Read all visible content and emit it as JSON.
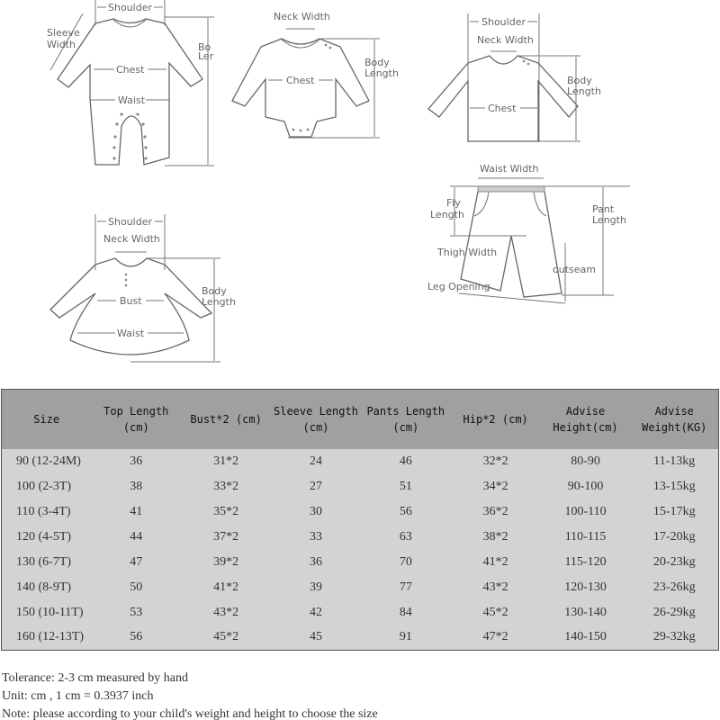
{
  "diagrams": {
    "romper": {
      "shoulder": "Shoulder",
      "sleeve_width_1": "Sleeve",
      "sleeve_width_2": "Width",
      "body_length_1": "Bo",
      "body_length_2": "Ler",
      "chest": "Chest",
      "waist": "Waist"
    },
    "bodysuit": {
      "neck_width": "Neck Width",
      "body_length_1": "Body",
      "body_length_2": "Length",
      "chest": "Chest"
    },
    "top": {
      "shoulder": "Shoulder",
      "neck_width": "Neck Width",
      "body_length_1": "Body",
      "body_length_2": "Length",
      "chest": "Chest"
    },
    "dress": {
      "shoulder": "Shoulder",
      "neck_width": "Neck Width",
      "body_length_1": "Body",
      "body_length_2": "Length",
      "bust": "Bust",
      "waist": "Waist"
    },
    "pants": {
      "waist_width": "Waist Width",
      "fly_length_1": "Fly",
      "fly_length_2": "Length",
      "pant_length_1": "Pant",
      "pant_length_2": "Length",
      "thigh_width": "Thigh Width",
      "outseam": "outseam",
      "leg_opening": "Leg Opening"
    }
  },
  "table": {
    "headers": [
      "Size",
      "Top Length\n(cm)",
      "Bust*2 (cm)",
      "Sleeve Length\n(cm)",
      "Pants Length\n(cm)",
      "Hip*2 (cm)",
      "Advise\nHeight(cm)",
      "Advise\nWeight(KG)"
    ],
    "rows": [
      [
        "90 (12-24M)",
        "36",
        "31*2",
        "24",
        "46",
        "32*2",
        "80-90",
        "11-13kg"
      ],
      [
        "100 (2-3T)",
        "38",
        "33*2",
        "27",
        "51",
        "34*2",
        "90-100",
        "13-15kg"
      ],
      [
        "110 (3-4T)",
        "41",
        "35*2",
        "30",
        "56",
        "36*2",
        "100-110",
        "15-17kg"
      ],
      [
        "120 (4-5T)",
        "44",
        "37*2",
        "33",
        "63",
        "38*2",
        "110-115",
        "17-20kg"
      ],
      [
        "130 (6-7T)",
        "47",
        "39*2",
        "36",
        "70",
        "41*2",
        "115-120",
        "20-23kg"
      ],
      [
        "140 (8-9T)",
        "50",
        "41*2",
        "39",
        "77",
        "43*2",
        "120-130",
        "23-26kg"
      ],
      [
        "150 (10-11T)",
        "53",
        "43*2",
        "42",
        "84",
        "45*2",
        "130-140",
        "26-29kg"
      ],
      [
        "160 (12-13T)",
        "56",
        "45*2",
        "45",
        "91",
        "47*2",
        "140-150",
        "29-32kg"
      ]
    ]
  },
  "notes": {
    "tolerance": "Tolerance: 2-3 cm measured by hand",
    "unit": "Unit: cm , 1 cm = 0.3937 inch",
    "note": "Note: please according to your child's weight and height to choose the size"
  }
}
